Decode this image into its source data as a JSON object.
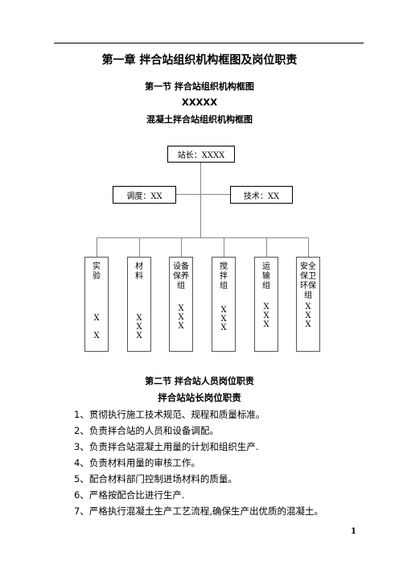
{
  "chapter_title": "第一章  拌合站组织机构框图及岗位职责",
  "section1": {
    "title": "第一节  拌合站组织机构框图",
    "company": "XXXXX",
    "chart_title": "混凝土拌合站组织机构框图"
  },
  "org": {
    "head": "站长：XXXX",
    "dispatcher": "调度：XX",
    "technical": "技术：XX",
    "teams": [
      {
        "name": "实\n验",
        "persons": "X\n\nX"
      },
      {
        "name": "材\n料",
        "persons": "X\nX\nX"
      },
      {
        "name": "设备\n保养\n组",
        "persons": "X\nX\nX"
      },
      {
        "name": "搅\n拌\n组",
        "persons": "X\nX\nX"
      },
      {
        "name": "运\n输\n组",
        "persons": "X\nX\nX"
      },
      {
        "name": "安全\n保卫\n环保\n组",
        "persons": "X\nX\nX"
      }
    ]
  },
  "section2": {
    "title": "第二节  拌合站人员岗位职责",
    "subtitle": "拌合站站长岗位职责",
    "duties": [
      "1、贯彻执行施工技术规范、规程和质量标准。",
      "2、负责拌合站的人员和设备调配。",
      "3、负责拌合站混凝土用量的计划和组织生产.",
      "4、负责材料用量的审核工作。",
      "5、配合材料部门控制进场材料的质量。",
      "6、严格按配合比进行生产.",
      "7、严格执行混凝土生产工艺流程,确保生产出优质的混凝土。"
    ]
  },
  "page_number": "1"
}
